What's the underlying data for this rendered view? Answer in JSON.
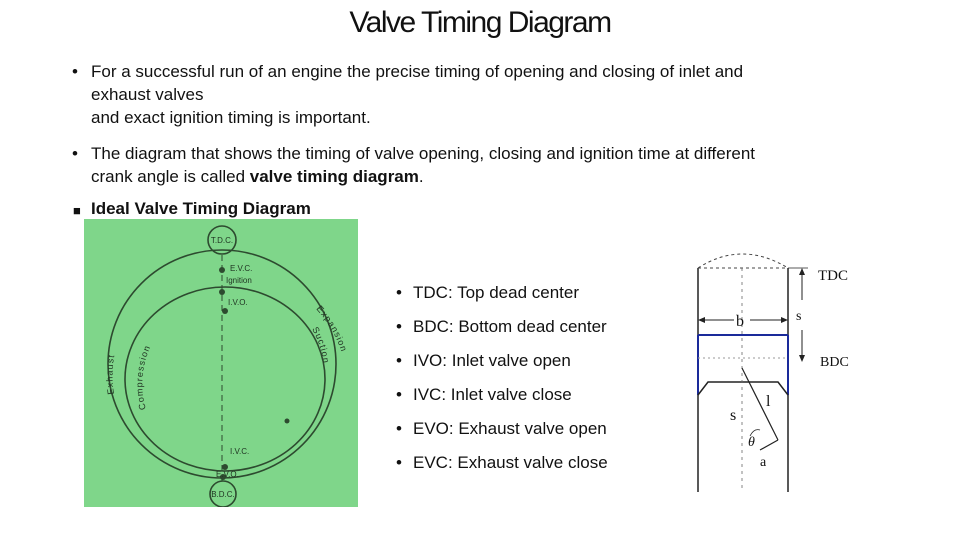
{
  "title": "Valve Timing Diagram",
  "bullets": [
    {
      "lines": [
        "For a successful run of an engine the precise timing of opening and  closing of inlet and",
        "exhaust valves",
        "and exact ignition timing is  important."
      ]
    },
    {
      "line1": "The diagram that shows the timing of valve opening, closing and ignition time  at different",
      "line2_prefix": "crank angle  is called ",
      "line2_bold": "valve timing diagram",
      "line2_suffix": "."
    }
  ],
  "section_heading": "Ideal Valve Timing Diagram",
  "diagram": {
    "tdc": "T.D.C.",
    "bdc": "B.D.C.",
    "evc": "E.V.C.",
    "ignition": "Ignition",
    "ivo": "I.V.O.",
    "ivc": "I.V.C.",
    "evo": "E.V.O.",
    "exhaust": "Exhaust",
    "compression": "Compression",
    "suction": "Suction",
    "expansion": "Expansion"
  },
  "abbreviations": [
    "TDC: Top dead center",
    "BDC: Bottom dead center",
    "IVO: Inlet valve open",
    "IVC: Inlet valve close",
    "EVO: Exhaust valve open",
    "EVC: Exhaust valve close"
  ],
  "cylinder": {
    "tdc": "TDC",
    "bdc": "BDC",
    "b": "b",
    "s_right": "s",
    "s_left": "s",
    "l": "l",
    "theta": "θ",
    "a": "a"
  },
  "colors": {
    "diagram_bg": "#7fd68a",
    "cylinder_accent": "#1a2a9a"
  }
}
